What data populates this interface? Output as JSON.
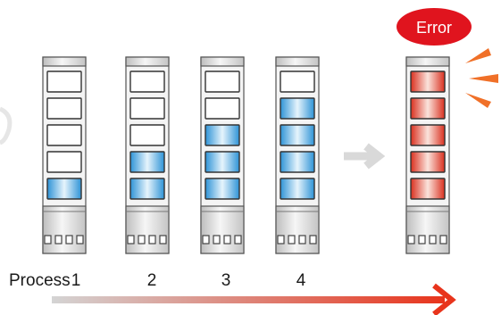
{
  "error_label": "Error",
  "process_label": "Process",
  "steps": [
    {
      "number": "1",
      "filled_slots": 1
    },
    {
      "number": "2",
      "filled_slots": 2
    },
    {
      "number": "3",
      "filled_slots": 3
    },
    {
      "number": "4",
      "filled_slots": 4
    }
  ],
  "error_unit": {
    "filled_slots": 5
  },
  "slots_per_unit": 5,
  "colors": {
    "filled": "#5ab4e6",
    "error_fill": "#e8432e",
    "error_badge": "#e0141e",
    "arrow_end": "#e8341c",
    "arrow_start": "#d4d4d4",
    "transition_arrow": "#d9d9d9"
  }
}
